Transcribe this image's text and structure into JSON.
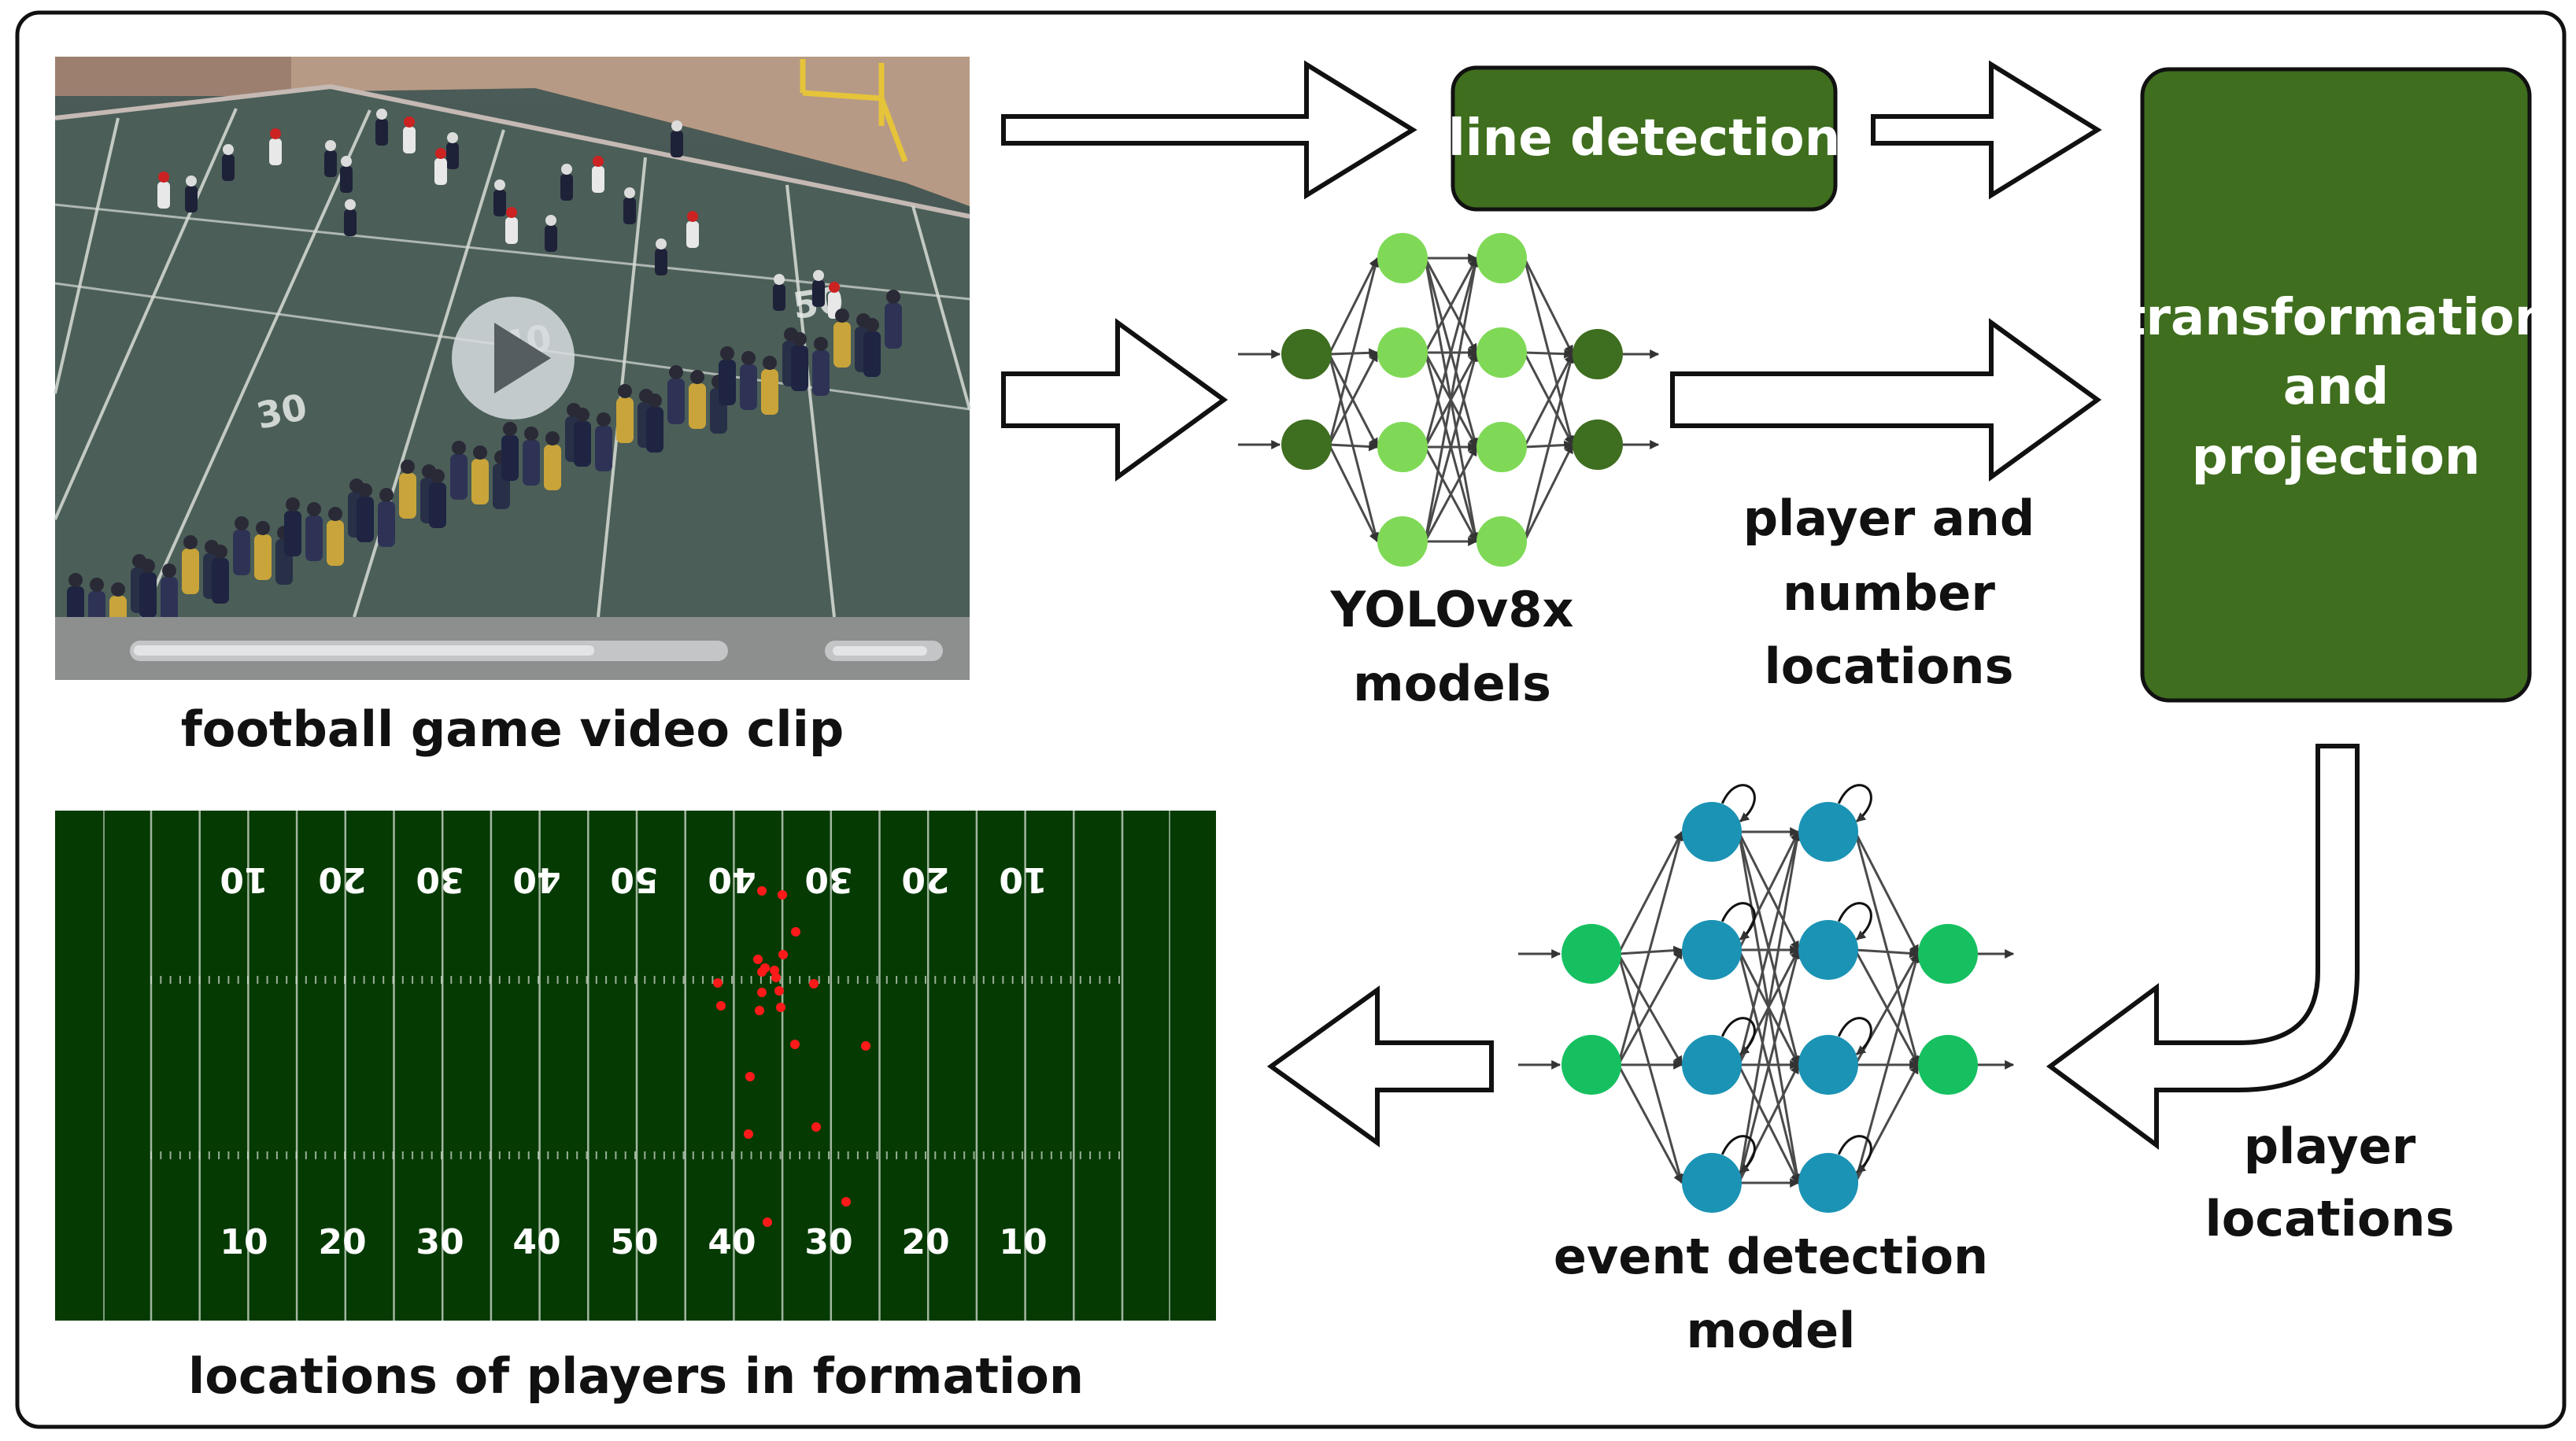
{
  "diagram": {
    "video_caption": "football game video clip",
    "line_detection_label": "line detection",
    "transformation_label": [
      "transformation",
      "and",
      "projection"
    ],
    "yolo_label": [
      "YOLOv8x",
      "models"
    ],
    "player_number_label": [
      "player and",
      "number",
      "locations"
    ],
    "player_locations_label": [
      "player",
      "locations"
    ],
    "event_model_label": [
      "event detection",
      "model"
    ],
    "formation_caption": "locations of players in formation",
    "field_numbers_top": [
      "10",
      "20",
      "30",
      "40",
      "50",
      "40",
      "30",
      "20",
      "10"
    ],
    "field_numbers_bottom": [
      "10",
      "20",
      "30",
      "40",
      "50",
      "40",
      "30",
      "20",
      "10"
    ],
    "video_yard_numbers": [
      "30",
      "40",
      "50"
    ]
  },
  "colors": {
    "dark_green": "#3f6e1e",
    "field_green": "#053a02",
    "yolo_dark": "#3e6e1f",
    "yolo_light": "#7fd956",
    "event_blue": "#1b93b5",
    "event_green": "#16c060",
    "player_dot": "#ff1a1a"
  },
  "icons": [
    "play-icon"
  ]
}
